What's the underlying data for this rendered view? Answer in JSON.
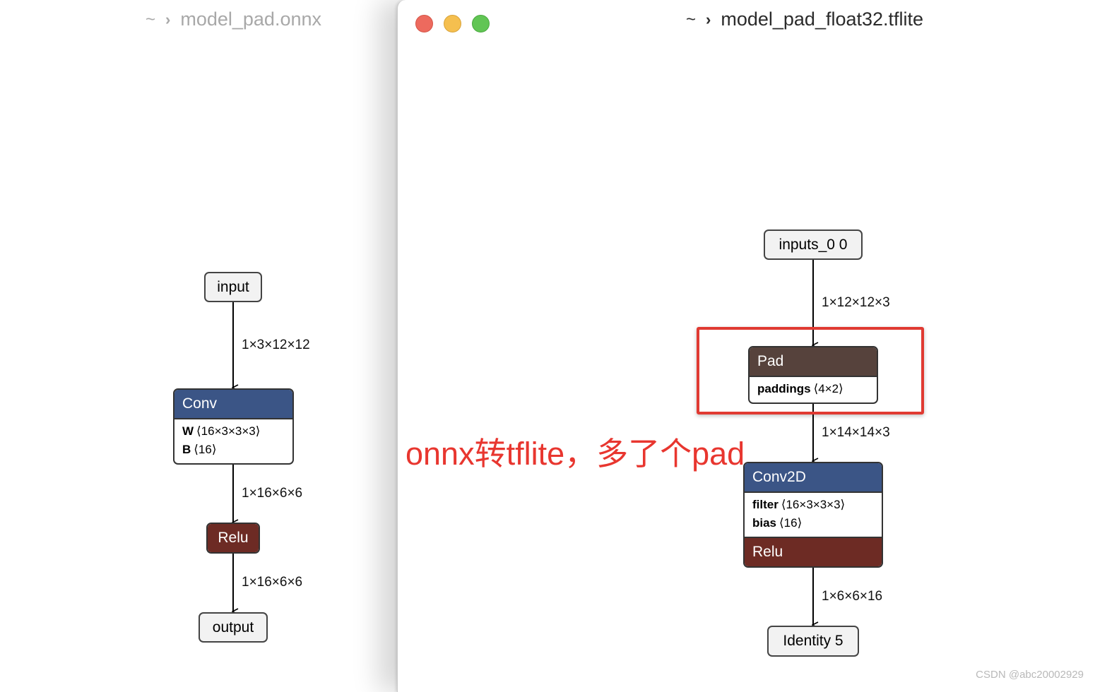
{
  "left_window": {
    "title_home": "~",
    "title_file": "model_pad.onnx",
    "nodes": {
      "input": "input",
      "conv": {
        "name": "Conv",
        "attrs": [
          {
            "key": "W",
            "value": "⟨16×3×3×3⟩"
          },
          {
            "key": "B",
            "value": "⟨16⟩"
          }
        ]
      },
      "relu": "Relu",
      "output": "output"
    },
    "edges": [
      "1×3×12×12",
      "1×16×6×6",
      "1×16×6×6"
    ]
  },
  "right_window": {
    "title_home": "~",
    "title_file": "model_pad_float32.tflite",
    "nodes": {
      "input": "inputs_0 0",
      "pad": {
        "name": "Pad",
        "attrs": [
          {
            "key": "paddings",
            "value": "⟨4×2⟩"
          }
        ]
      },
      "conv2d": {
        "name": "Conv2D",
        "attrs": [
          {
            "key": "filter",
            "value": "⟨16×3×3×3⟩"
          },
          {
            "key": "bias",
            "value": "⟨16⟩"
          }
        ],
        "fused": "Relu"
      },
      "output": "Identity 5"
    },
    "edges": [
      "1×12×12×3",
      "1×14×14×3",
      "1×6×6×16"
    ]
  },
  "annotation": "onnx转tflite，多了个pad",
  "watermark": "CSDN @abc20002929",
  "colors": {
    "conv_header": "#3b5586",
    "pad_header": "#56423c",
    "relu_header": "#6d2b24",
    "annotation": "#e8362f",
    "highlight_box": "#e03a32"
  }
}
